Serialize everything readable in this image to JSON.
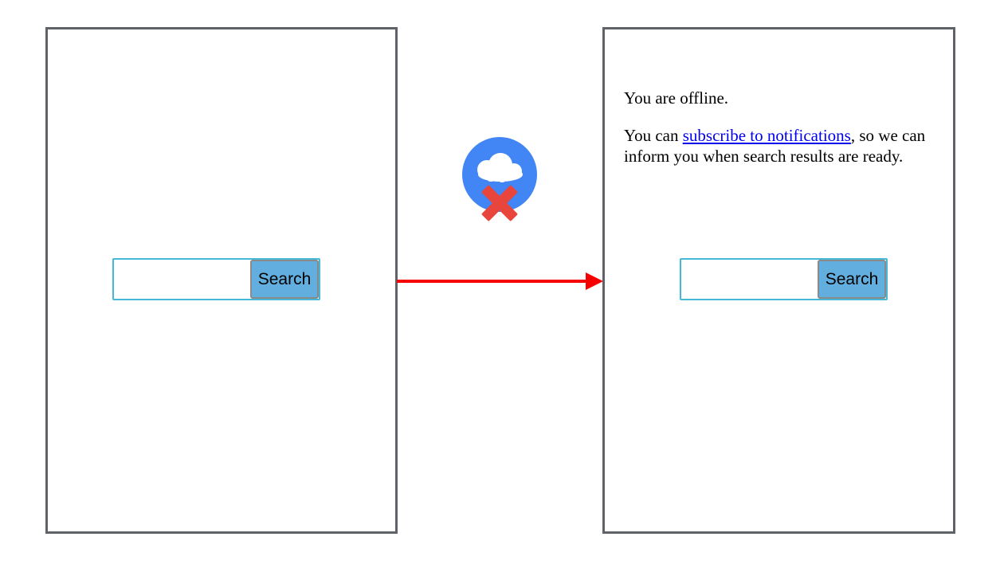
{
  "left_panel": {
    "search": {
      "value": "",
      "placeholder": "",
      "button_label": "Search"
    }
  },
  "right_panel": {
    "offline_message": "You are offline.",
    "notify_text_before": "You can ",
    "notify_link": "subscribe to notifications",
    "notify_text_after": ", so we can inform you when search results are ready.",
    "search": {
      "value": "",
      "placeholder": "",
      "button_label": "Search"
    }
  },
  "icons": {
    "offline_icon": "cloud-offline-icon",
    "arrow_icon": "right-arrow"
  },
  "colors": {
    "frame_border": "#5f6368",
    "search_border": "#46b8d8",
    "button_bg": "#62aede",
    "button_border": "#8a8a8a",
    "arrow_red": "#f70000",
    "icon_circle_blue": "#4285f4",
    "icon_cross_red": "#e8453c",
    "cloud_white": "#ffffff",
    "link_blue": "#0000ee",
    "text_black": "#000000"
  }
}
